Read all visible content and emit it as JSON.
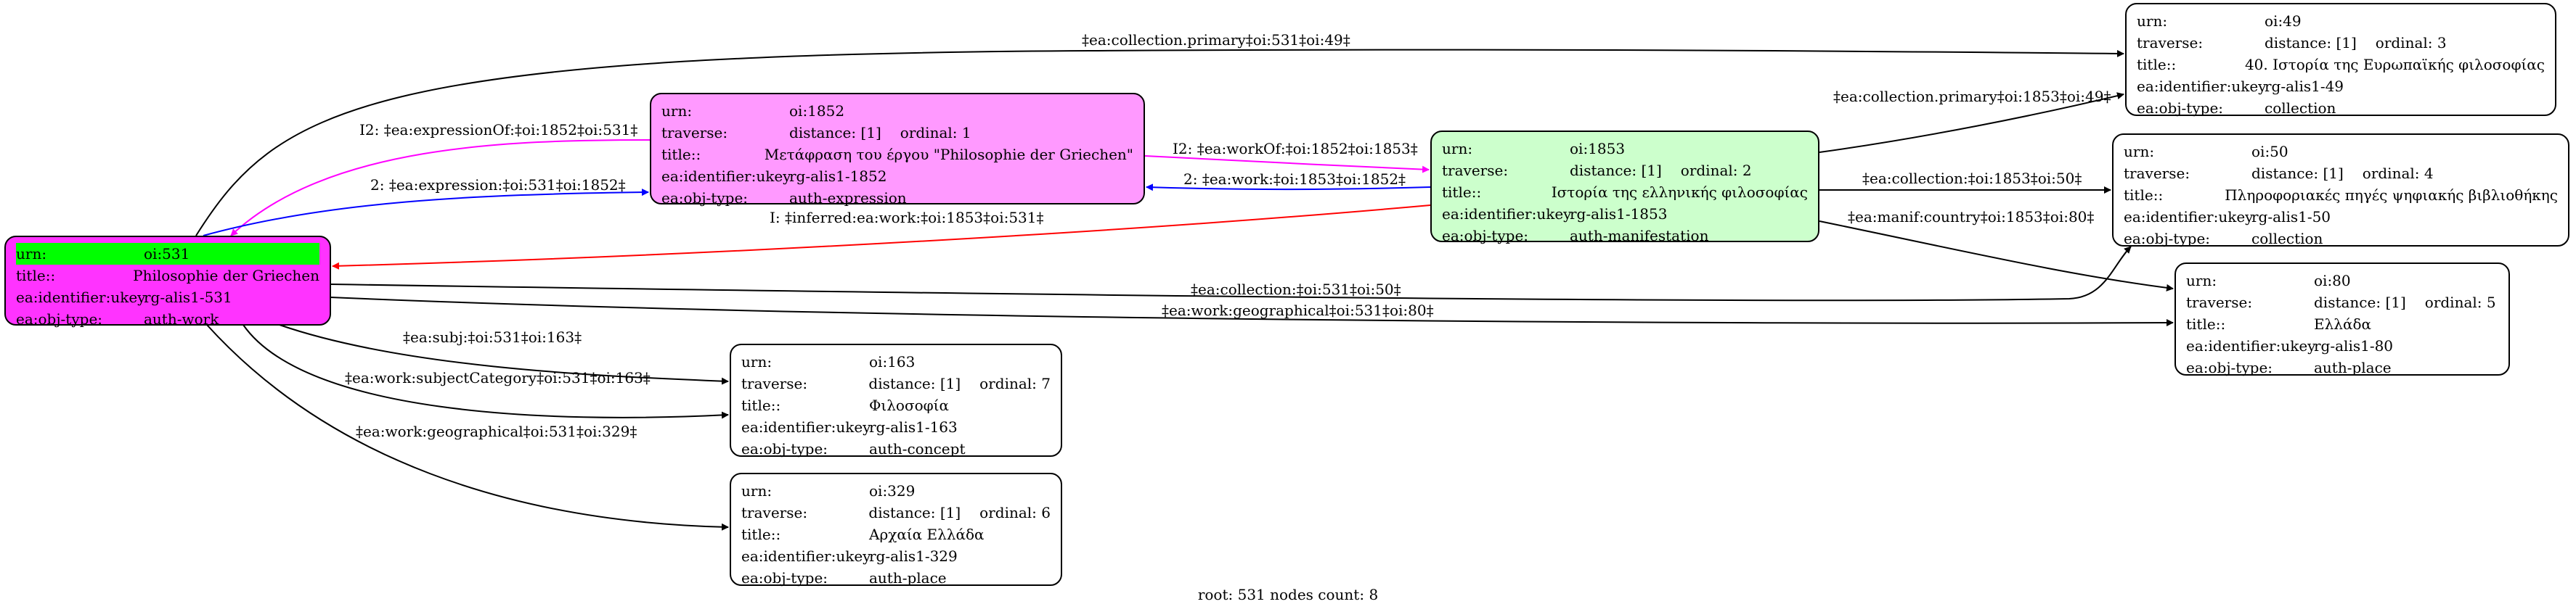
{
  "nodes": {
    "n531": {
      "fill": "#ff33ff",
      "rows": [
        {
          "key": "urn:",
          "value": "oi:531",
          "highlight": "#00ff00"
        },
        {
          "key": "title::",
          "value": "Philosophie der Griechen"
        },
        {
          "key": "ea:identifier:ukey",
          "value": "rg-alis1-531"
        },
        {
          "key": "ea:obj-type:",
          "value": "auth-work"
        }
      ]
    },
    "n1852": {
      "fill": "#ff99ff",
      "rows": [
        {
          "key": "urn:",
          "value": "oi:1852"
        },
        {
          "key": "traverse:",
          "value": "distance: [1]",
          "extra": "ordinal: 1"
        },
        {
          "key": "title::",
          "value": "Μετάφραση του έργου \"Philosophie der Griechen\""
        },
        {
          "key": "ea:identifier:ukey",
          "value": "rg-alis1-1852"
        },
        {
          "key": "ea:obj-type:",
          "value": "auth-expression"
        }
      ]
    },
    "n1853": {
      "fill": "#ccffcc",
      "rows": [
        {
          "key": "urn:",
          "value": "oi:1853"
        },
        {
          "key": "traverse:",
          "value": "distance: [1]",
          "extra": "ordinal: 2"
        },
        {
          "key": "title::",
          "value": "Ιστορία της ελληνικής φιλοσοφίας"
        },
        {
          "key": "ea:identifier:ukey",
          "value": "rg-alis1-1853"
        },
        {
          "key": "ea:obj-type:",
          "value": "auth-manifestation"
        }
      ]
    },
    "n49": {
      "fill": "#ffffff",
      "rows": [
        {
          "key": "urn:",
          "value": "oi:49"
        },
        {
          "key": "traverse:",
          "value": "distance: [1]",
          "extra": "ordinal: 3"
        },
        {
          "key": "title::",
          "value": "40. Ιστορία της Ευρωπαϊκής φιλοσοφίας"
        },
        {
          "key": "ea:identifier:ukey",
          "value": "rg-alis1-49"
        },
        {
          "key": "ea:obj-type:",
          "value": "collection"
        }
      ]
    },
    "n50": {
      "fill": "#ffffff",
      "rows": [
        {
          "key": "urn:",
          "value": "oi:50"
        },
        {
          "key": "traverse:",
          "value": "distance: [1]",
          "extra": "ordinal: 4"
        },
        {
          "key": "title::",
          "value": "Πληροφοριακές πηγές ψηφιακής βιβλιοθήκης"
        },
        {
          "key": "ea:identifier:ukey",
          "value": "rg-alis1-50"
        },
        {
          "key": "ea:obj-type:",
          "value": "collection"
        }
      ]
    },
    "n80": {
      "fill": "#ffffff",
      "rows": [
        {
          "key": "urn:",
          "value": "oi:80"
        },
        {
          "key": "traverse:",
          "value": "distance: [1]",
          "extra": "ordinal: 5"
        },
        {
          "key": "title::",
          "value": "Ελλάδα"
        },
        {
          "key": "ea:identifier:ukey",
          "value": "rg-alis1-80"
        },
        {
          "key": "ea:obj-type:",
          "value": "auth-place"
        }
      ]
    },
    "n163": {
      "fill": "#ffffff",
      "rows": [
        {
          "key": "urn:",
          "value": "oi:163"
        },
        {
          "key": "traverse:",
          "value": "distance: [1]",
          "extra": "ordinal: 7"
        },
        {
          "key": "title::",
          "value": "Φιλοσοφία"
        },
        {
          "key": "ea:identifier:ukey",
          "value": "rg-alis1-163"
        },
        {
          "key": "ea:obj-type:",
          "value": "auth-concept"
        }
      ]
    },
    "n329": {
      "fill": "#ffffff",
      "rows": [
        {
          "key": "urn:",
          "value": "oi:329"
        },
        {
          "key": "traverse:",
          "value": "distance: [1]",
          "extra": "ordinal: 6"
        },
        {
          "key": "title::",
          "value": "Αρχαία Ελλάδα"
        },
        {
          "key": "ea:identifier:ukey",
          "value": "rg-alis1-329"
        },
        {
          "key": "ea:obj-type:",
          "value": "auth-place"
        }
      ]
    }
  },
  "edges": [
    {
      "id": "e1",
      "label": "‡ea:collection.primary‡oi:531‡oi:49‡",
      "color": "#000000"
    },
    {
      "id": "e2",
      "label": "I2: ‡ea:expressionOf:‡oi:1852‡oi:531‡",
      "color": "#ff00ff"
    },
    {
      "id": "e3",
      "label": "2: ‡ea:expression:‡oi:531‡oi:1852‡",
      "color": "#0000ff"
    },
    {
      "id": "e4",
      "label": "I2: ‡ea:workOf:‡oi:1852‡oi:1853‡",
      "color": "#ff00ff"
    },
    {
      "id": "e5",
      "label": "2: ‡ea:work:‡oi:1853‡oi:1852‡",
      "color": "#0000ff"
    },
    {
      "id": "e6",
      "label": "I: ‡inferred:ea:work:‡oi:1853‡oi:531‡",
      "color": "#ff0000"
    },
    {
      "id": "e7",
      "label": "‡ea:collection.primary‡oi:1853‡oi:49‡",
      "color": "#000000"
    },
    {
      "id": "e8",
      "label": "‡ea:collection:‡oi:1853‡oi:50‡",
      "color": "#000000"
    },
    {
      "id": "e9",
      "label": "‡ea:manif:country‡oi:1853‡oi:80‡",
      "color": "#000000"
    },
    {
      "id": "e10",
      "label": "‡ea:collection:‡oi:531‡oi:50‡",
      "color": "#000000"
    },
    {
      "id": "e11",
      "label": "‡ea:work:geographical‡oi:531‡oi:80‡",
      "color": "#000000"
    },
    {
      "id": "e12",
      "label": "‡ea:subj:‡oi:531‡oi:163‡",
      "color": "#000000"
    },
    {
      "id": "e13",
      "label": "‡ea:work:subjectCategory‡oi:531‡oi:163‡",
      "color": "#000000"
    },
    {
      "id": "e14",
      "label": "‡ea:work:geographical‡oi:531‡oi:329‡",
      "color": "#000000"
    }
  ],
  "footer": "root: 531 nodes count: 8"
}
